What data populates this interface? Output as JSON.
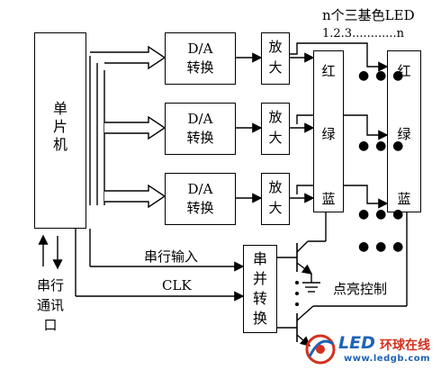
{
  "title_line1": "n个三基色LED",
  "title_line2": "1.2.3............n",
  "mcu": {
    "label_chars": [
      "单",
      "片",
      "机"
    ]
  },
  "da_blocks": [
    {
      "line1": "D/A",
      "line2": "转换"
    },
    {
      "line1": "D/A",
      "line2": "转换"
    },
    {
      "line1": "D/A",
      "line2": "转换"
    }
  ],
  "amp_blocks": [
    {
      "line1": "放",
      "line2": "大"
    },
    {
      "line1": "放",
      "line2": "大"
    },
    {
      "line1": "放",
      "line2": "大"
    }
  ],
  "led_columns": [
    {
      "red": "红",
      "green": "绿",
      "blue": "蓝"
    },
    {
      "red": "红",
      "green": "绿",
      "blue": "蓝"
    }
  ],
  "sp_converter": {
    "label_chars": [
      "串",
      "并",
      "转",
      "换"
    ]
  },
  "serial_input_label": "串行输入",
  "clk_label": "CLK",
  "serial_port_chars": [
    "串行",
    "通讯",
    "口"
  ],
  "light_control_label": "点亮控制",
  "watermark": {
    "brand": "LED",
    "cn": "环球在线",
    "url": "www.ledgb.com",
    "accent": "#d4301e",
    "brand_color": "#1f63b7"
  }
}
